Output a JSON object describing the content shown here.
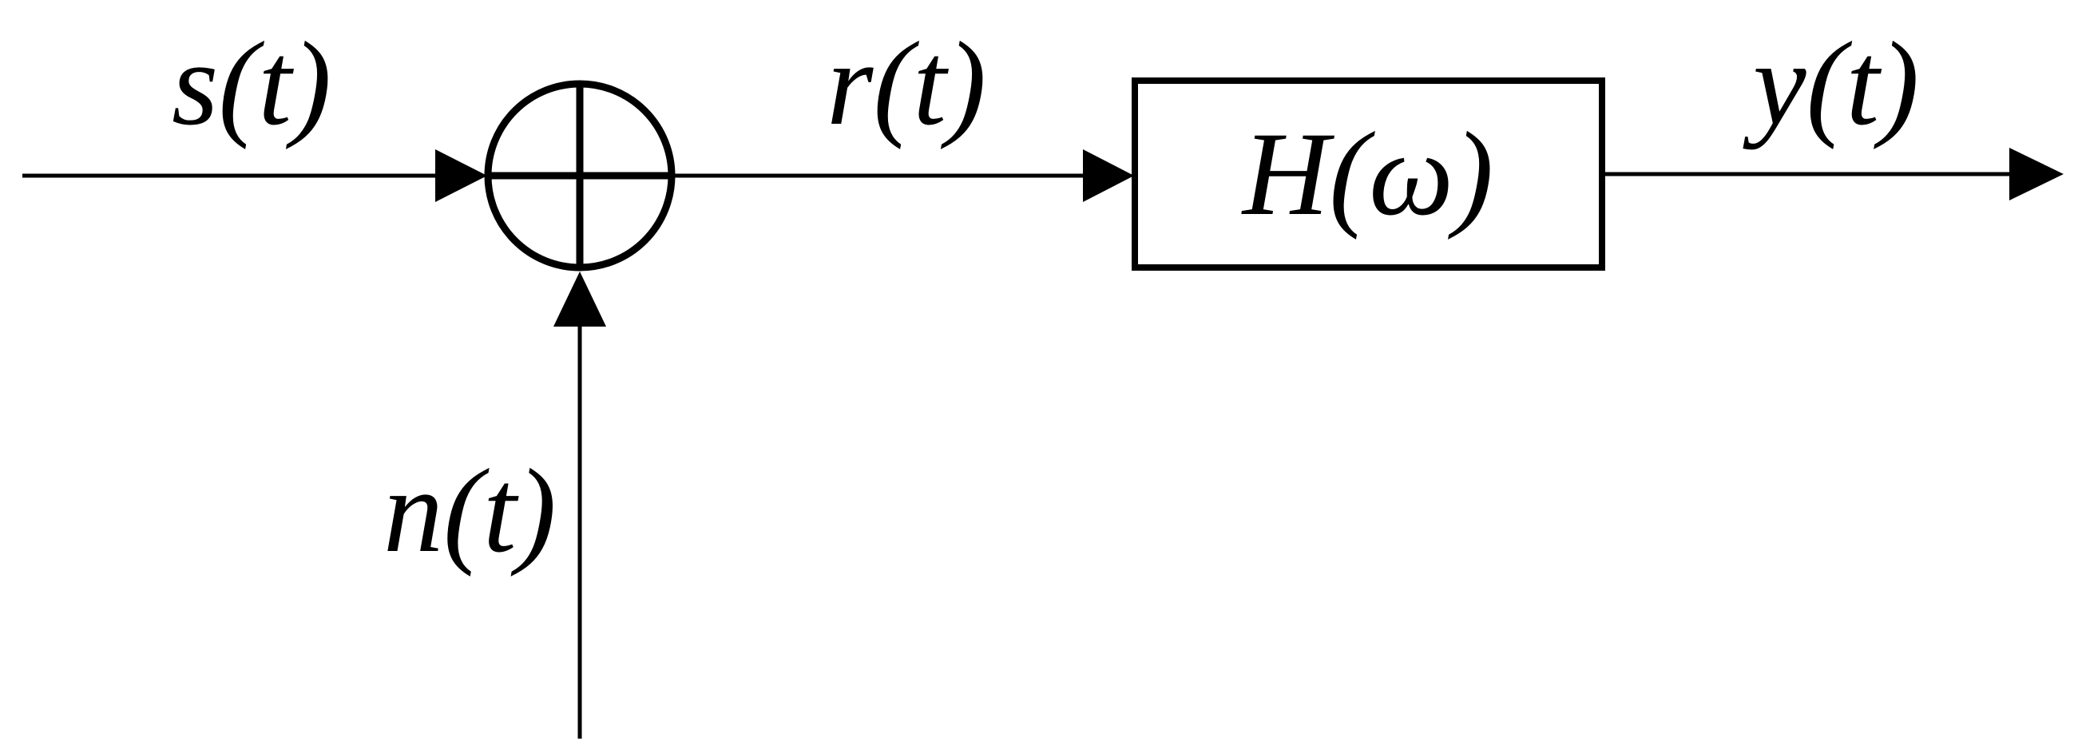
{
  "signals": {
    "input": "s(t)",
    "noise": "n(t)",
    "received": "r(t)",
    "output": "y(t)"
  },
  "filter": {
    "label": "H(ω)"
  },
  "adder": {
    "symbol": "⊕"
  },
  "colors": {
    "stroke": "#000000",
    "background": "#ffffff"
  }
}
